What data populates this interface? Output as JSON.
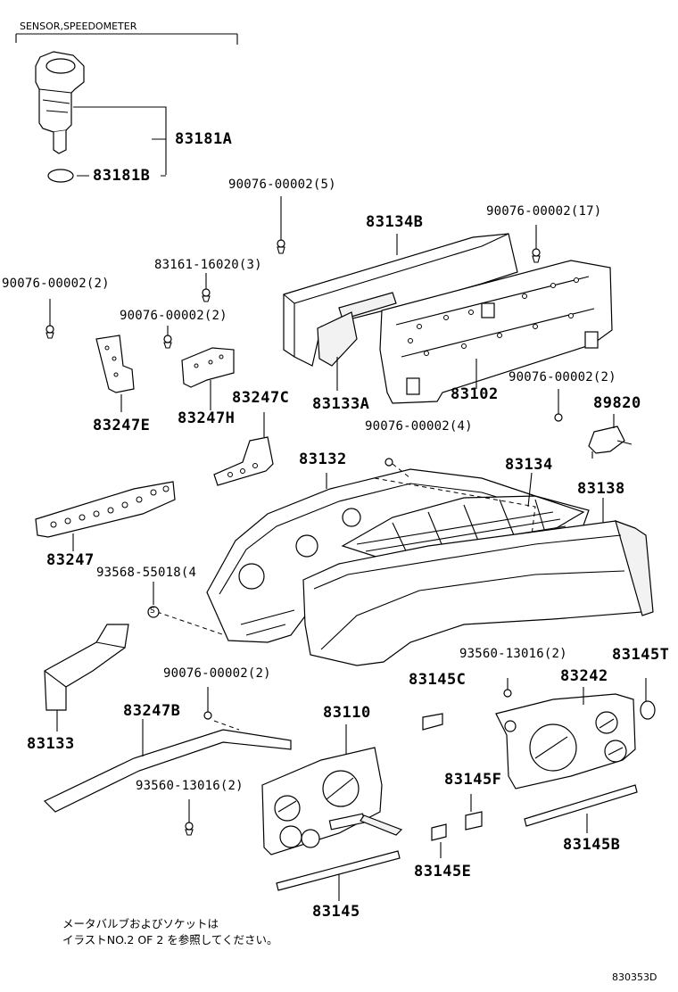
{
  "section_title": "SENSOR,SPEEDOMETER",
  "parts": {
    "p83181A": "83181A",
    "p83181B": "83181B",
    "p90076_5": "90076-00002(5)",
    "p83134B": "83134B",
    "p90076_17": "90076-00002(17)",
    "p83161": "83161-16020(3)",
    "p90076_2a": "90076-00002(2)",
    "p90076_2b": "90076-00002(2)",
    "p83247E": "83247E",
    "p83247H": "83247H",
    "p83247C": "83247C",
    "p83133A": "83133A",
    "p83102": "83102",
    "p90076_2c": "90076-00002(2)",
    "p89820": "89820",
    "p90076_4": "90076-00002(4)",
    "p83132": "83132",
    "p83134": "83134",
    "p83138": "83138",
    "p83247": "83247",
    "p93568": "93568-55018(4",
    "p93560_2a": "93560-13016(2)",
    "p83145T": "83145T",
    "p83242": "83242",
    "p83145C": "83145C",
    "p90076_2d": "90076-00002(2)",
    "p83133": "83133",
    "p83247B": "83247B",
    "p83110": "83110",
    "p83145F": "83145F",
    "p93560_2b": "93560-13016(2)",
    "p83145B": "83145B",
    "p83145E": "83145E",
    "p83145": "83145"
  },
  "note_line1": "メータバルブおよびソケットは",
  "note_line2": "イラストNO.2 OF 2 を参照してください。",
  "diagram_code": "830353D",
  "mark_s": "S"
}
